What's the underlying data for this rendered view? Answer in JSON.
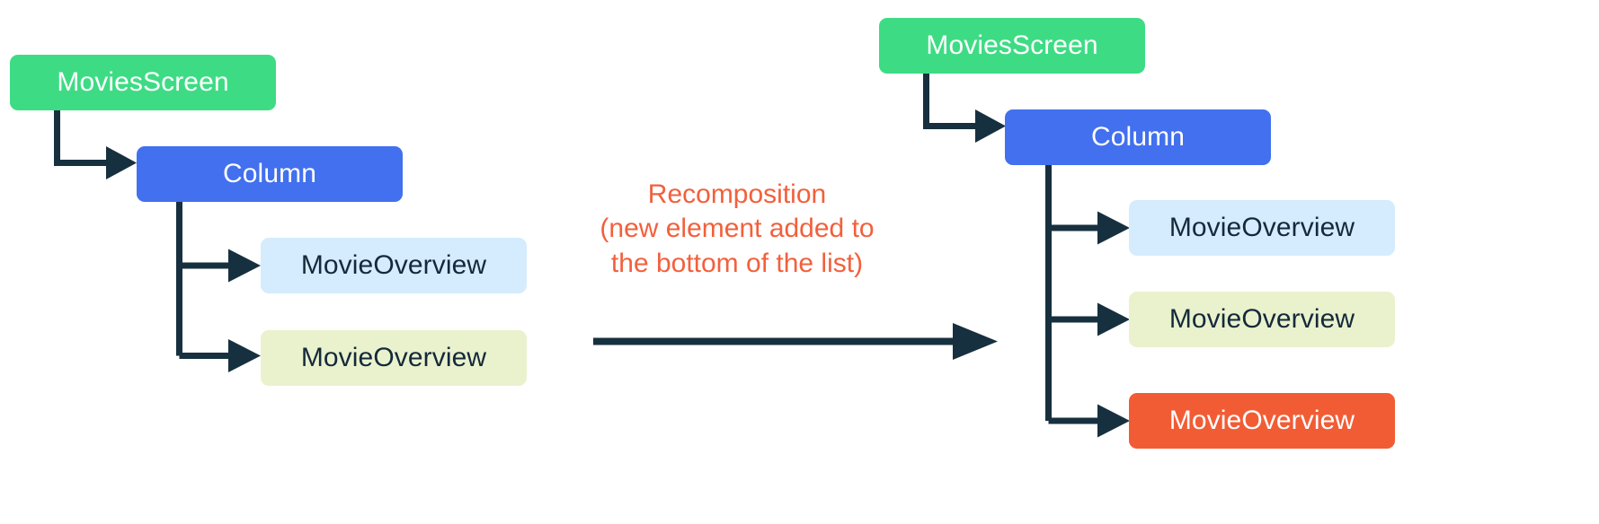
{
  "diagram": {
    "title": "Compose recomposition tree diagram",
    "colors": {
      "screen": "#3ddc84",
      "column": "#4270ee",
      "overview_blue": "#d4ecfd",
      "overview_green": "#e9f2cd",
      "overview_orange": "#f25c35",
      "connector": "#17303f",
      "label_text": "#f2603c",
      "node_text_dark": "#15293b",
      "node_text_light": "#ffffff",
      "background": "#ffffff"
    },
    "before": {
      "root": {
        "label": "MoviesScreen"
      },
      "column": {
        "label": "Column"
      },
      "children": [
        {
          "label": "MovieOverview",
          "variant": "blue"
        },
        {
          "label": "MovieOverview",
          "variant": "green"
        }
      ]
    },
    "transition": {
      "lines": [
        "Recomposition",
        "(new element added to",
        "the bottom of the list)"
      ],
      "arrow": "right-arrow-icon"
    },
    "after": {
      "root": {
        "label": "MoviesScreen"
      },
      "column": {
        "label": "Column"
      },
      "children": [
        {
          "label": "MovieOverview",
          "variant": "blue"
        },
        {
          "label": "MovieOverview",
          "variant": "green"
        },
        {
          "label": "MovieOverview",
          "variant": "orange"
        }
      ]
    }
  }
}
